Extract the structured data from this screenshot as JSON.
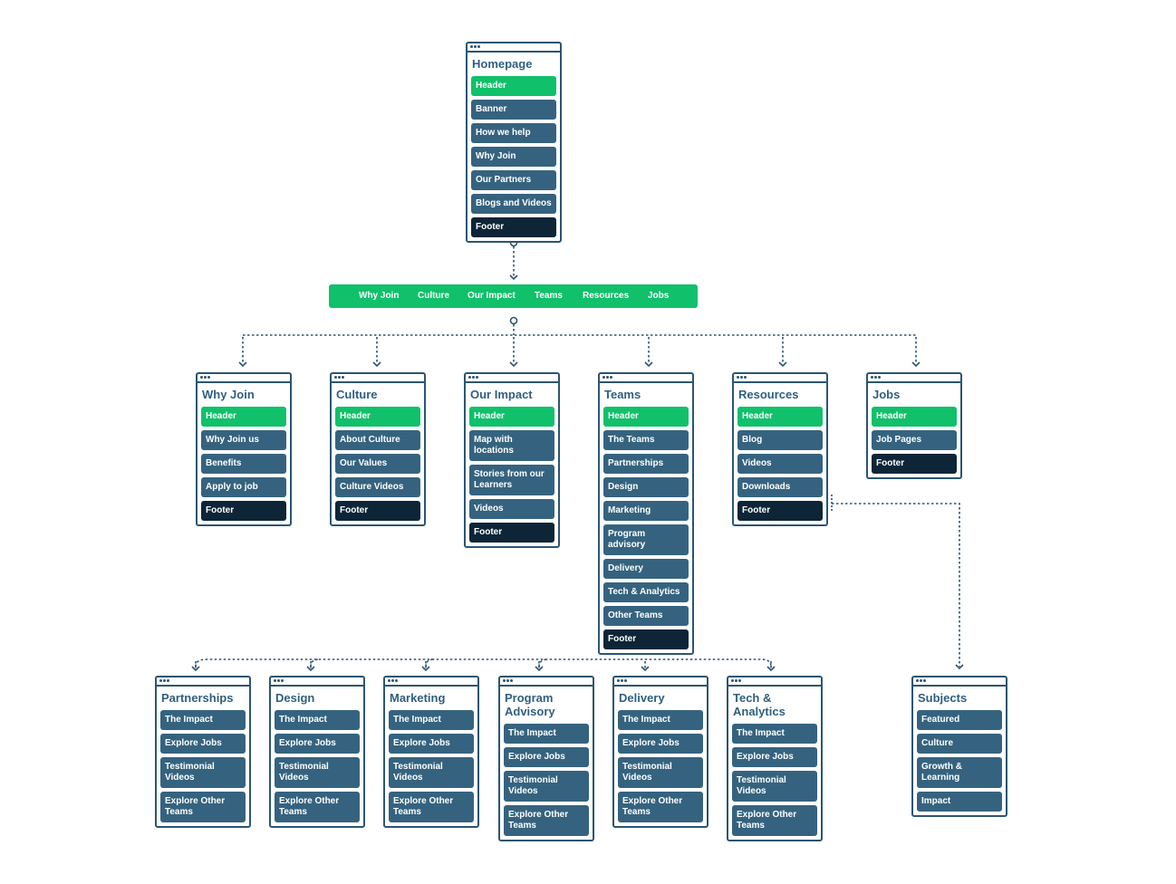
{
  "homepage": {
    "title": "Homepage",
    "items": [
      "Header",
      "Banner",
      "How we help",
      "Why Join",
      "Our Partners",
      "Blogs and Videos",
      "Footer"
    ]
  },
  "nav": {
    "items": [
      "Why Join",
      "Culture",
      "Our Impact",
      "Teams",
      "Resources",
      "Jobs"
    ]
  },
  "sections": [
    {
      "title": "Why Join",
      "items": [
        "Header",
        "Why Join us",
        "Benefits",
        "Apply to job",
        "Footer"
      ]
    },
    {
      "title": "Culture",
      "items": [
        "Header",
        "About Culture",
        "Our Values",
        "Culture Videos",
        "Footer"
      ]
    },
    {
      "title": "Our Impact",
      "items": [
        "Header",
        "Map with locations",
        "Stories from our Learners",
        "Videos",
        "Footer"
      ]
    },
    {
      "title": "Teams",
      "items": [
        "Header",
        "The Teams",
        "Partnerships",
        "Design",
        "Marketing",
        "Program advisory",
        "Delivery",
        "Tech & Analytics",
        "Other Teams",
        "Footer"
      ]
    },
    {
      "title": "Resources",
      "items": [
        "Header",
        "Blog",
        "Videos",
        "Downloads",
        "Footer"
      ]
    },
    {
      "title": "Jobs",
      "items": [
        "Header",
        "Job Pages",
        "Footer"
      ]
    }
  ],
  "teams": [
    {
      "title": "Partnerships",
      "items": [
        "The Impact",
        "Explore Jobs",
        "Testimonial Videos",
        "Explore Other Teams"
      ]
    },
    {
      "title": "Design",
      "items": [
        "The Impact",
        "Explore Jobs",
        "Testimonial Videos",
        "Explore Other Teams"
      ]
    },
    {
      "title": "Marketing",
      "items": [
        "The Impact",
        "Explore Jobs",
        "Testimonial Videos",
        "Explore Other Teams"
      ]
    },
    {
      "title": "Program Advisory",
      "items": [
        "The Impact",
        "Explore Jobs",
        "Testimonial Videos",
        "Explore Other Teams"
      ]
    },
    {
      "title": "Delivery",
      "items": [
        "The Impact",
        "Explore Jobs",
        "Testimonial Videos",
        "Explore Other Teams"
      ]
    },
    {
      "title": "Tech & Analytics",
      "items": [
        "The Impact",
        "Explore Jobs",
        "Testimonial Videos",
        "Explore Other Teams"
      ]
    }
  ],
  "subjects": {
    "title": "Subjects",
    "items": [
      "Featured",
      "Culture",
      "Growth & Learning",
      "Impact"
    ]
  },
  "colors": {
    "header": "#10c06b",
    "item": "#35637f",
    "footer": "#0d2537",
    "border": "#2c5572",
    "title": "#2f5f80"
  }
}
